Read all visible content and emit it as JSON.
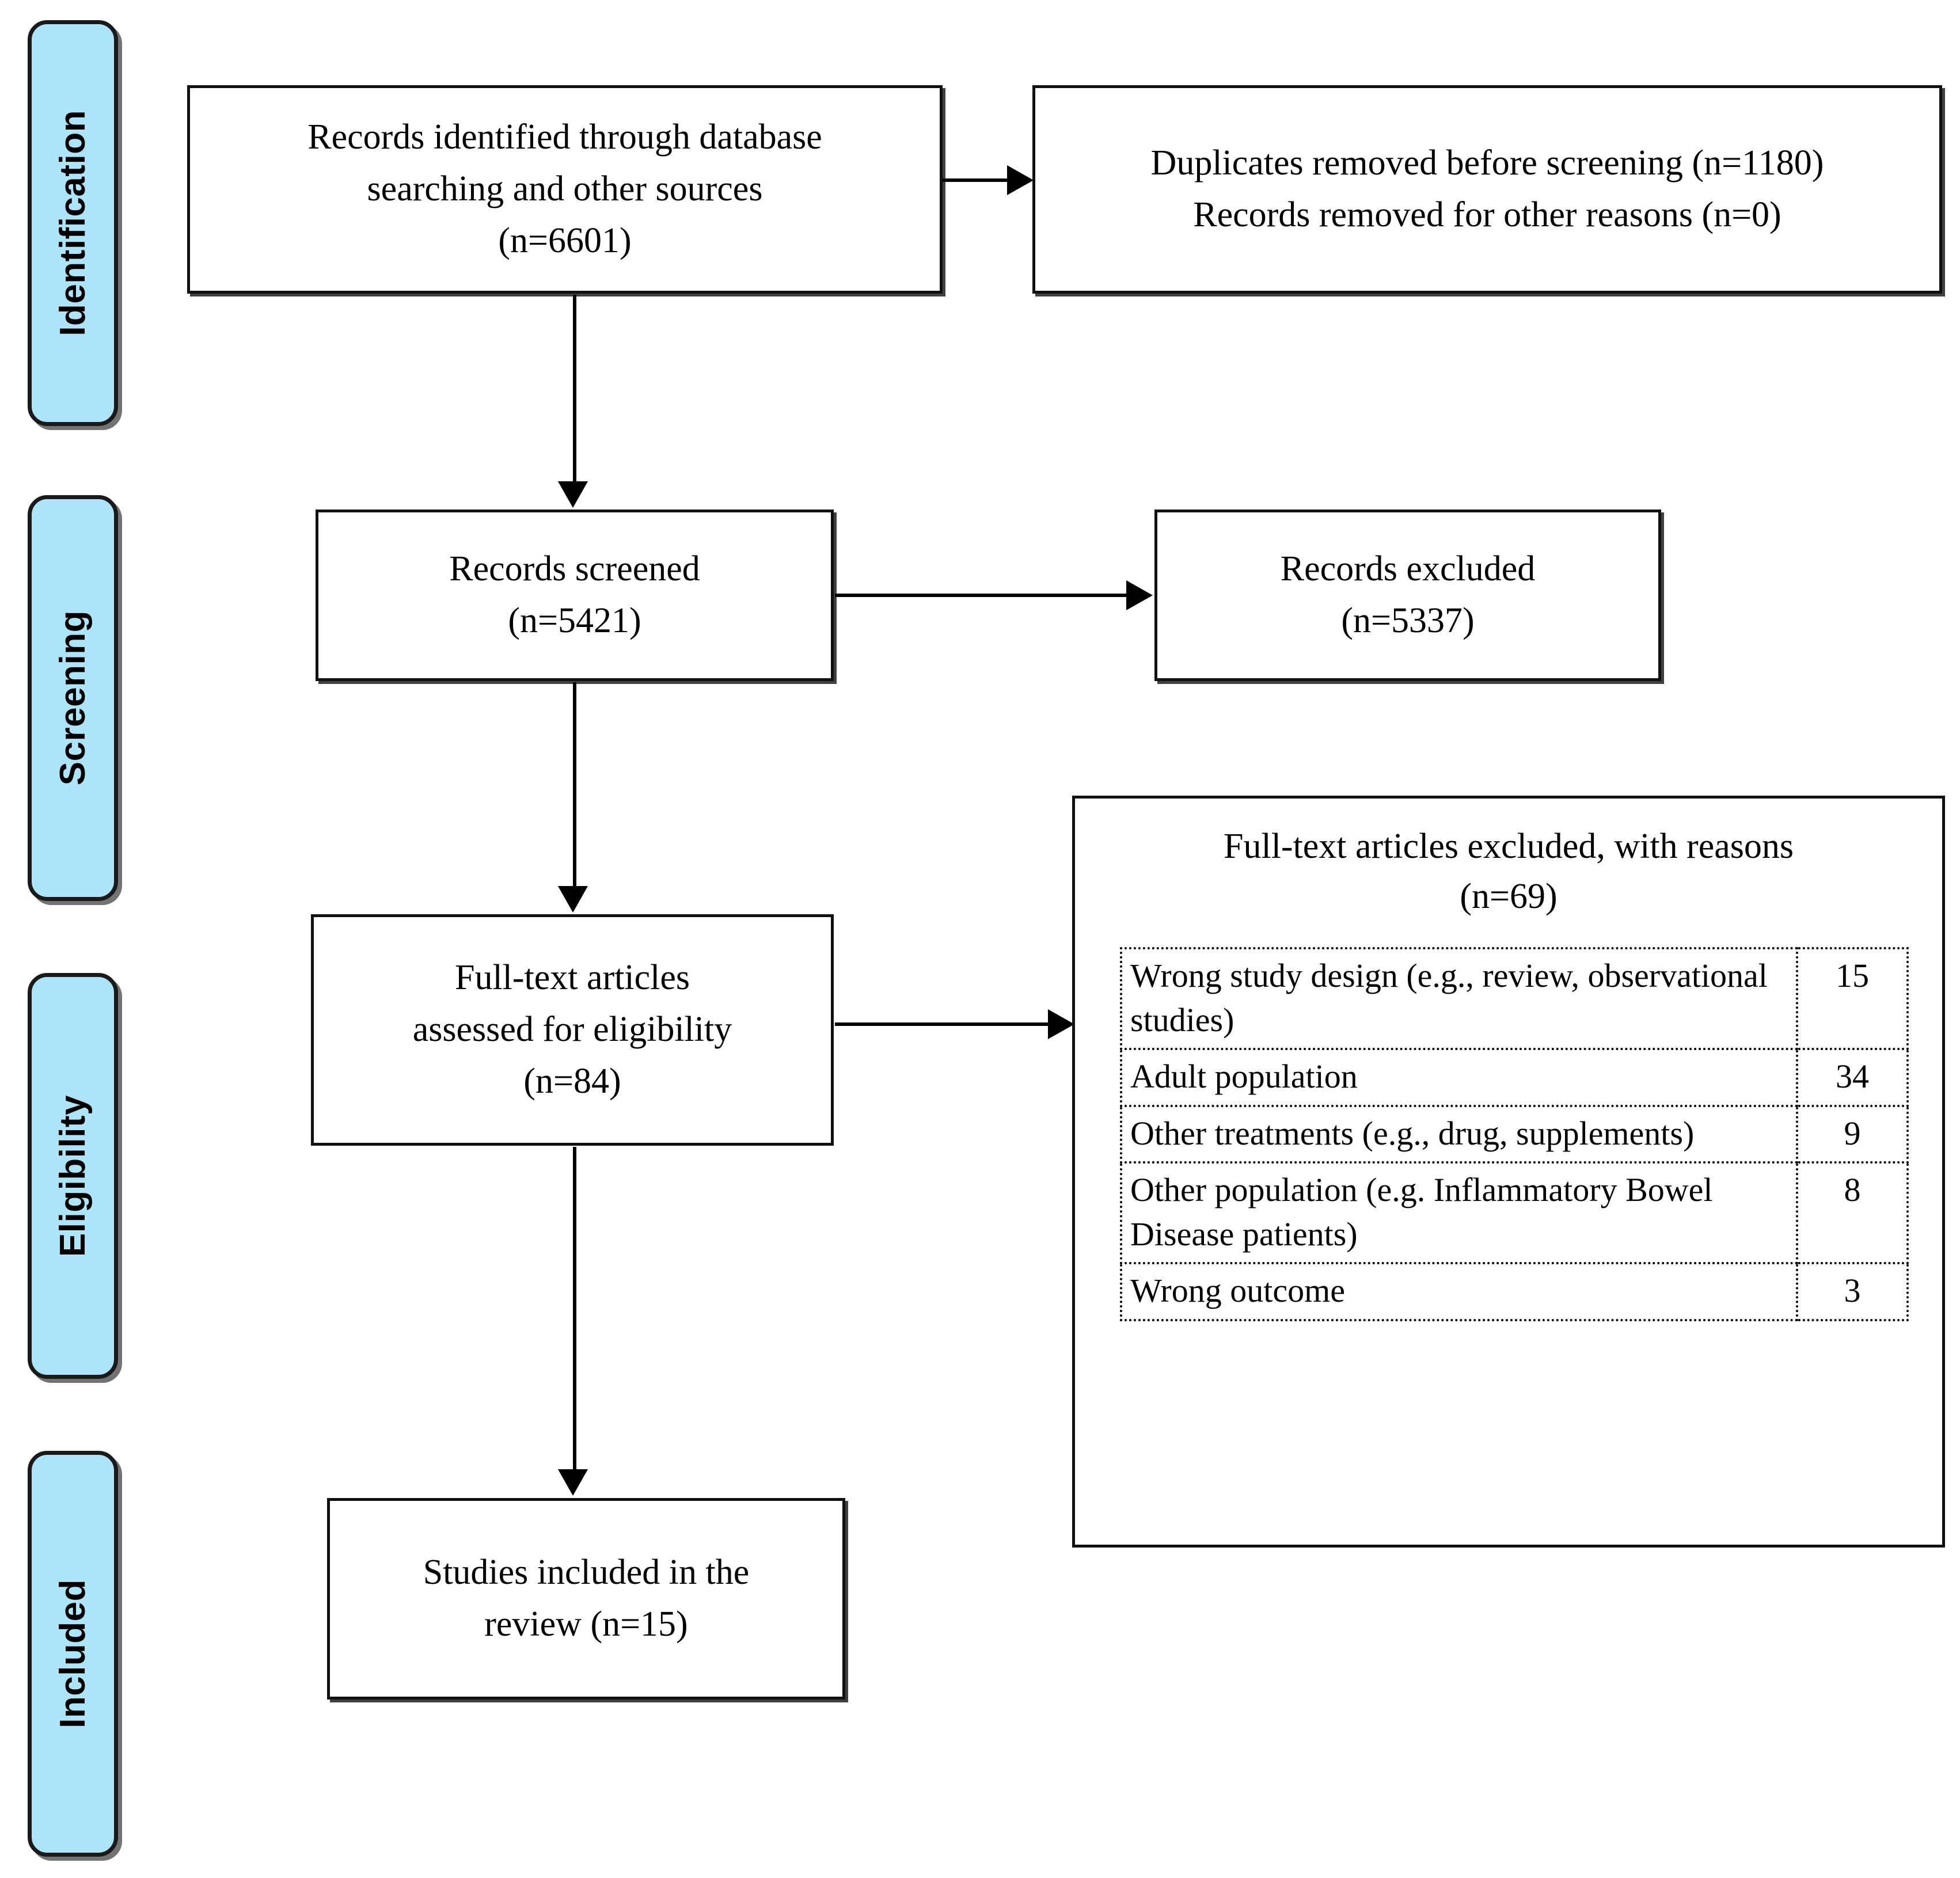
{
  "diagram": {
    "type": "prisma-flow-diagram",
    "accent_color": "#ace5fa",
    "line_color": "#000000"
  },
  "stages": [
    {
      "key": "identification",
      "label": "Identification"
    },
    {
      "key": "screening",
      "label": "Screening"
    },
    {
      "key": "eligibility",
      "label": "Eligibility"
    },
    {
      "key": "included",
      "label": "Included"
    }
  ],
  "boxes": {
    "records_identified": {
      "text": "Records identified through database\nsearching and other sources\n(n=6601)",
      "n": 6601
    },
    "duplicates_removed": {
      "text": "Duplicates removed before screening (n=1180)\nRecords removed for other reasons (n=0)",
      "duplicates_n": 1180,
      "other_reasons_n": 0
    },
    "records_screened": {
      "text": "Records screened\n(n=5421)",
      "n": 5421
    },
    "records_excluded": {
      "text": "Records excluded\n(n=5337)",
      "n": 5337
    },
    "fulltext_assessed": {
      "text": "Full-text articles\nassessed for eligibility\n(n=84)",
      "n": 84
    },
    "studies_included": {
      "text": "Studies included in the\nreview (n=15)",
      "n": 15
    }
  },
  "excluded_with_reasons": {
    "title": "Full-text articles excluded, with reasons\n(n=69)",
    "total_n": 69,
    "rows": [
      {
        "reason": "Wrong study design (e.g., review, observational studies)",
        "count": "15"
      },
      {
        "reason": "Adult population",
        "count": "34"
      },
      {
        "reason": "Other treatments (e.g., drug, supplements)",
        "count": "9"
      },
      {
        "reason": "Other population (e.g. Inflammatory Bowel Disease patients)",
        "count": "8"
      },
      {
        "reason": "Wrong outcome",
        "count": "3"
      }
    ]
  }
}
